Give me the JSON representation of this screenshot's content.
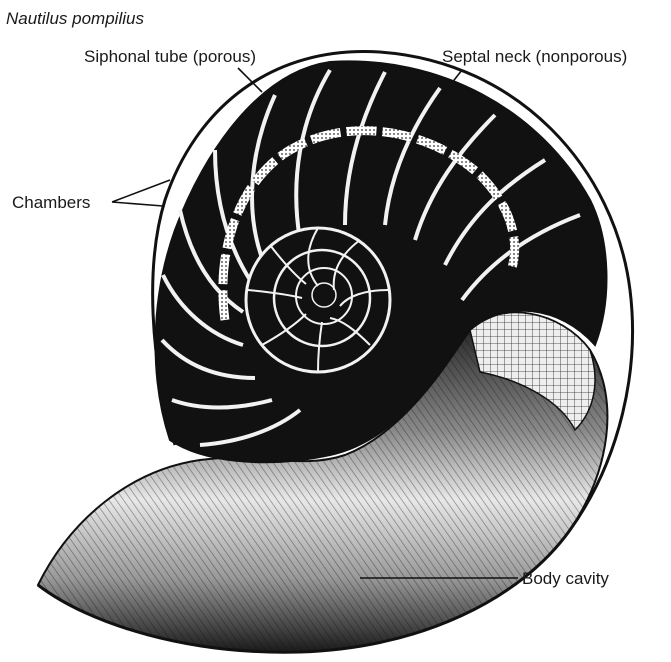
{
  "figure": {
    "title": "Nautilus pompilius",
    "labels": {
      "siphonal_tube": "Siphonal tube (porous)",
      "septal_neck": "Septal neck (nonporous)",
      "chambers": "Chambers",
      "body_cavity": "Body cavity"
    }
  },
  "colors": {
    "ink": "#111111",
    "paper": "#ffffff",
    "septa": "#f2f2f2",
    "shell_light": "#d9d9d9"
  }
}
